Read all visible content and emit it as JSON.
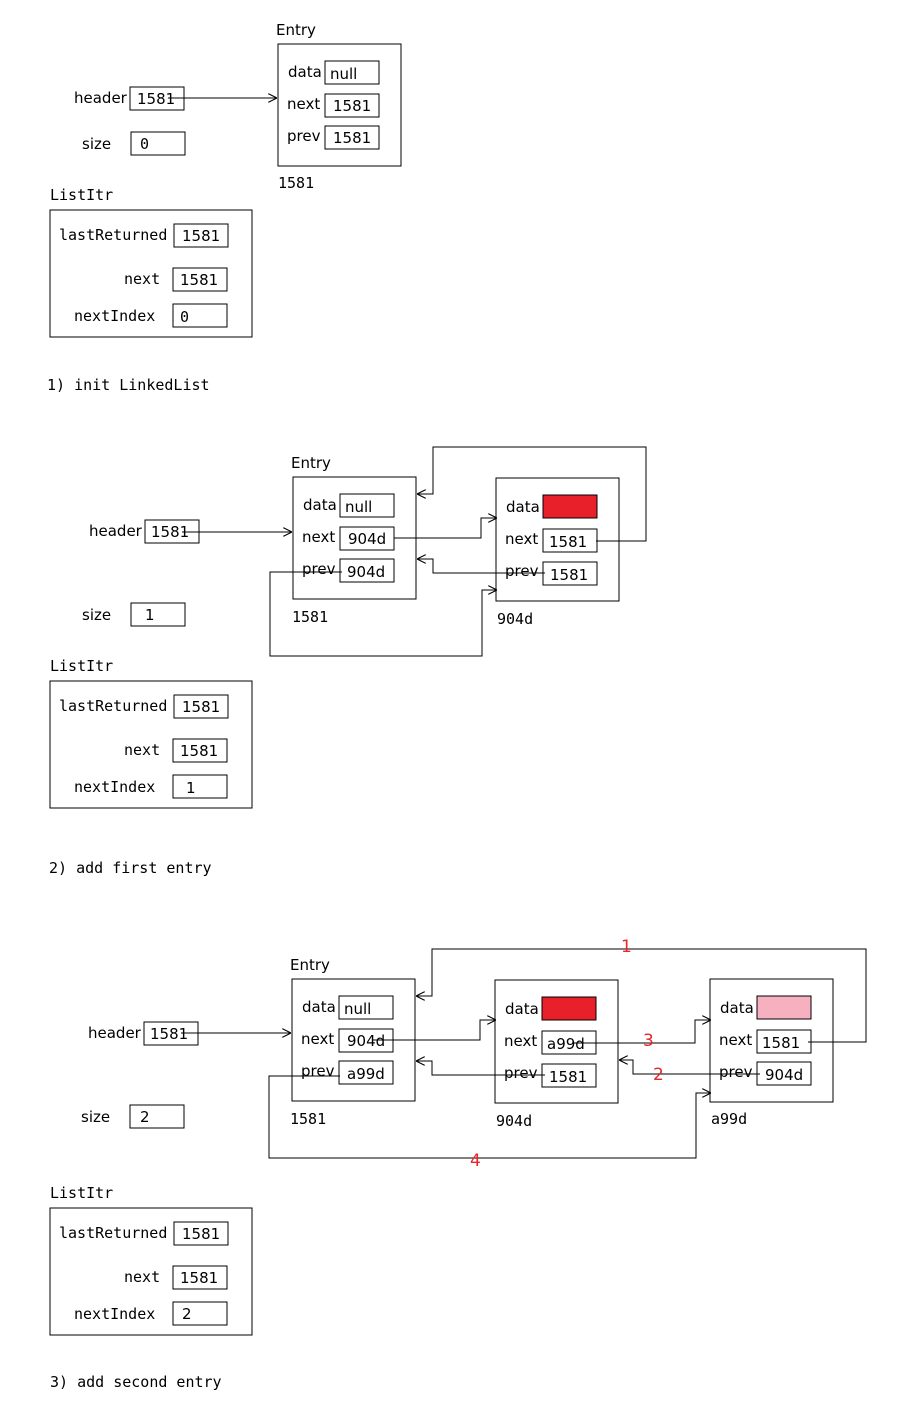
{
  "colors": {
    "data_red": "#e8202a",
    "data_pink": "#f7b0c0",
    "annotation_red": "#e8262b"
  },
  "labels": {
    "entry": "Entry",
    "data": "data",
    "next": "next",
    "prev": "prev",
    "header": "header",
    "size": "size",
    "listitr": "ListItr",
    "lastReturned": "lastReturned",
    "nextIndex": "nextIndex"
  },
  "panels": [
    {
      "caption": "1) init LinkedList",
      "header": "1581",
      "size": "0",
      "iter": {
        "lastReturned": "1581",
        "next": "1581",
        "nextIndex": "0"
      },
      "entries": [
        {
          "addr": "1581",
          "data": "null",
          "next": "1581",
          "prev": "1581"
        }
      ]
    },
    {
      "caption": "2) add first entry",
      "header": "1581",
      "size": "1",
      "iter": {
        "lastReturned": "1581",
        "next": "1581",
        "nextIndex": "1"
      },
      "entries": [
        {
          "addr": "1581",
          "data": "null",
          "next": "904d",
          "prev": "904d"
        },
        {
          "addr": "904d",
          "data": "",
          "next": "1581",
          "prev": "1581"
        }
      ]
    },
    {
      "caption": "3) add second entry",
      "header": "1581",
      "size": "2",
      "iter": {
        "lastReturned": "1581",
        "next": "1581",
        "nextIndex": "2"
      },
      "entries": [
        {
          "addr": "1581",
          "data": "null",
          "next": "904d",
          "prev": "a99d"
        },
        {
          "addr": "904d",
          "data": "",
          "next": "a99d",
          "prev": "1581"
        },
        {
          "addr": "a99d",
          "data": "",
          "next": "1581",
          "prev": "904d"
        }
      ],
      "steps": [
        "1",
        "2",
        "3",
        "4"
      ]
    }
  ]
}
